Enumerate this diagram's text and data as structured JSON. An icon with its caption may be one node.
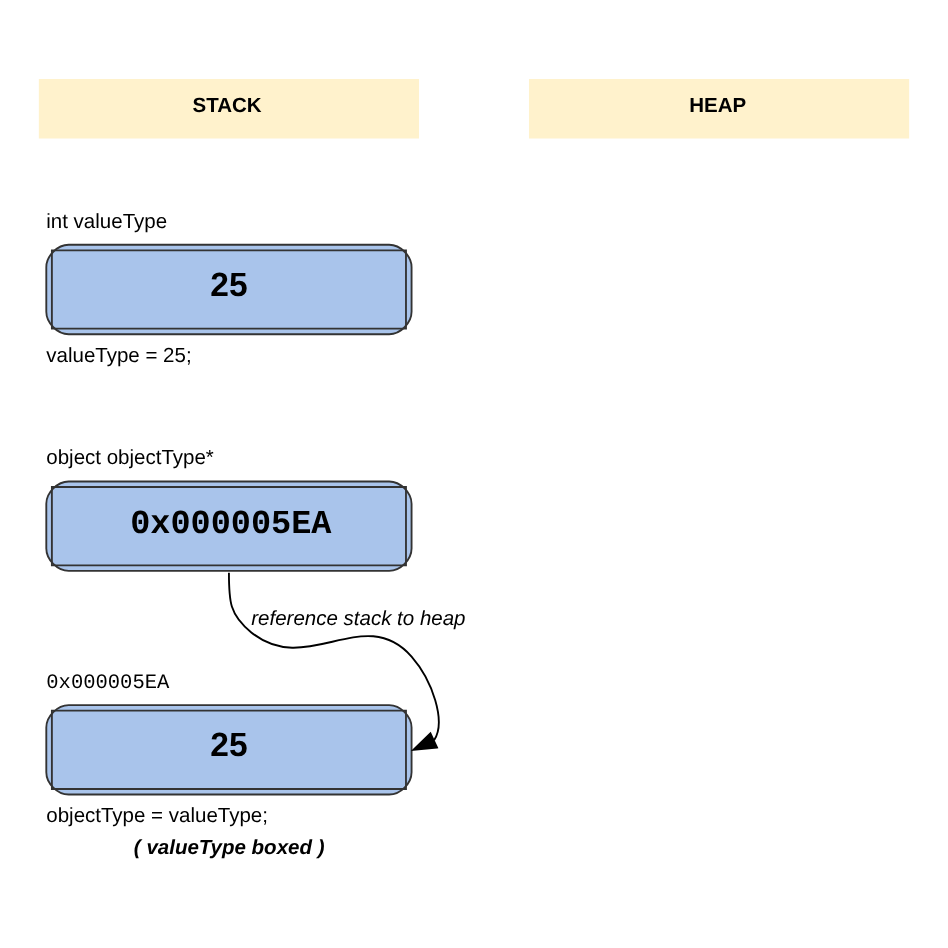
{
  "diagram": {
    "nodes": [
      {
        "text": [
          "STACK"
        ]
      },
      {
        "text": [
          "HEAP"
        ]
      },
      {
        "text": [
          "int valueType",
          "25"
        ],
        "beside": [
          "valueType = 25;"
        ]
      },
      {
        "text": [
          "object objectType*",
          "0x000005EA"
        ]
      },
      {
        "text": [
          "0x000005EA",
          "25"
        ],
        "beside": [
          "objectType = valueType;",
          "( valueType boxed )"
        ]
      }
    ],
    "edges": [
      {
        "from": 3,
        "to": 4,
        "arrow": "to",
        "label": "reference stack to heap"
      }
    ]
  }
}
